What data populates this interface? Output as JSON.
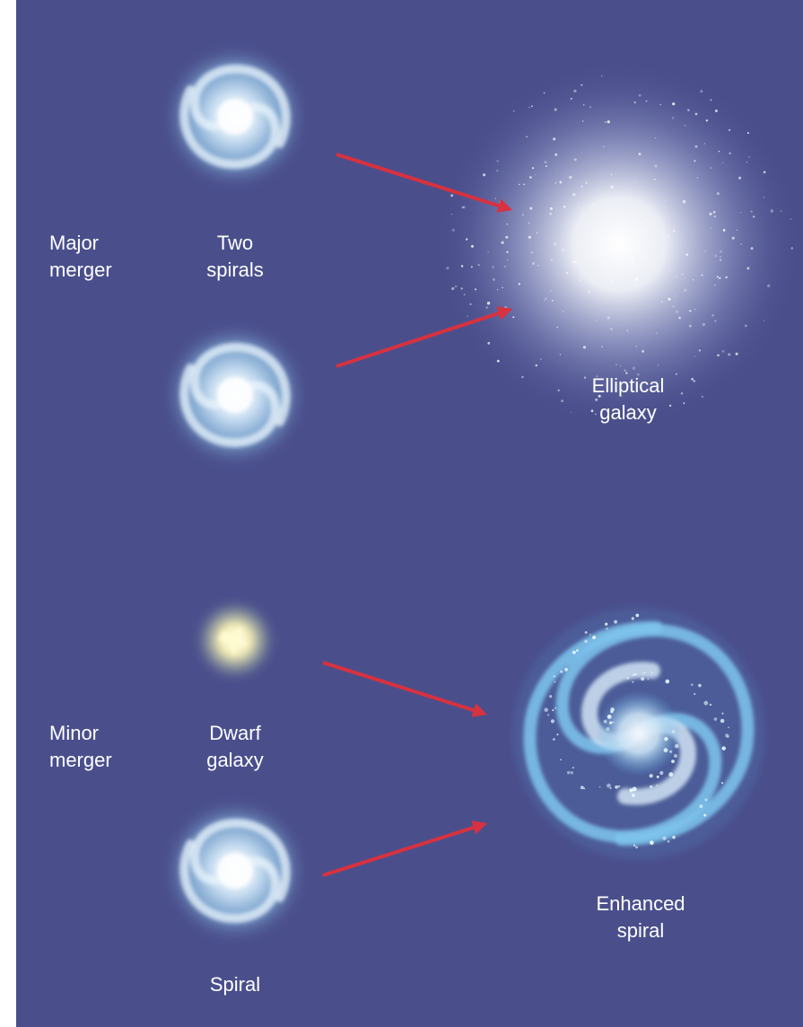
{
  "colors": {
    "background": "#4a4f8c",
    "arrow": "#d8313f",
    "galaxy_core": "#eef3fb",
    "galaxy_arm": "#8fd3f2",
    "dwarf_core": "#fffbd0",
    "label": "#ffffff"
  },
  "major": {
    "label": "Major\nmerger",
    "inputs_label": "Two\nspirals",
    "result_label": "Elliptical\ngalaxy"
  },
  "minor": {
    "label": "Minor\nmerger",
    "dwarf_label": "Dwarf\ngalaxy",
    "spiral_label": "Spiral",
    "result_label": "Enhanced\nspiral"
  }
}
